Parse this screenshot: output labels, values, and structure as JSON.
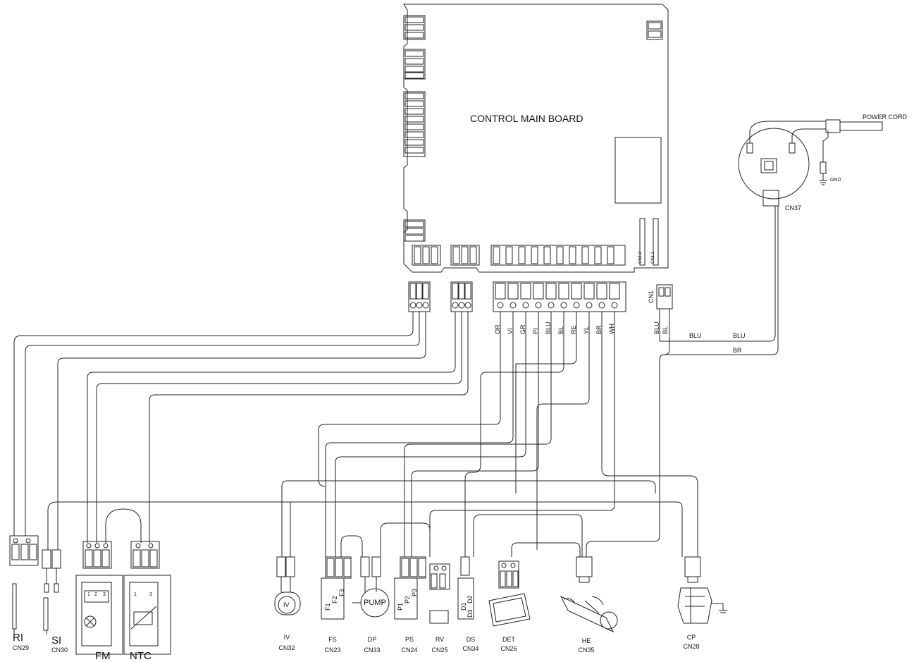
{
  "board": {
    "title": "CONTROL MAIN BOARD"
  },
  "power": {
    "cord": "POWER CORD",
    "gnd": "GND",
    "filter": "CN37"
  },
  "cn1": {
    "name": "CN1",
    "pins": [
      "BLU",
      "BL"
    ]
  },
  "wires": {
    "blu1": "BLU",
    "blu2": "BLU",
    "br": "BR",
    "top": [
      "OR",
      "VI",
      "GR",
      "PI",
      "BLU",
      "BL",
      "RE",
      "YL",
      "BR",
      "WH"
    ]
  },
  "components": [
    {
      "name": "RI",
      "conn": "CN29"
    },
    {
      "name": "SI",
      "conn": "CN30"
    },
    {
      "name": "FM",
      "conn": ""
    },
    {
      "name": "NTC",
      "conn": ""
    },
    {
      "name": "IV",
      "conn": "CN32"
    },
    {
      "name": "FS",
      "conn": "CN23"
    },
    {
      "name": "DP",
      "conn": "CN33"
    },
    {
      "name": "PS",
      "conn": "CN24"
    },
    {
      "name": "RV",
      "conn": "CN25"
    },
    {
      "name": "DS",
      "conn": "CN34"
    },
    {
      "name": "DET",
      "conn": "CN26"
    },
    {
      "name": "HE",
      "conn": "CN35"
    },
    {
      "name": "CP",
      "conn": "CN28"
    }
  ],
  "inner": {
    "iv": "IV",
    "pump": "PUMP",
    "fs_pins": [
      "F1",
      "F2",
      "F3"
    ],
    "ps_pins": [
      "P1",
      "P2",
      "P3"
    ],
    "ds_pins": [
      "D1",
      "D2",
      "D3"
    ],
    "fm_pins": [
      "1",
      "2",
      "3"
    ],
    "ntc_pins": [
      "1",
      "3"
    ]
  },
  "board_pins": {
    "cn11": "CN1.1",
    "cn12": "CN1.2"
  }
}
